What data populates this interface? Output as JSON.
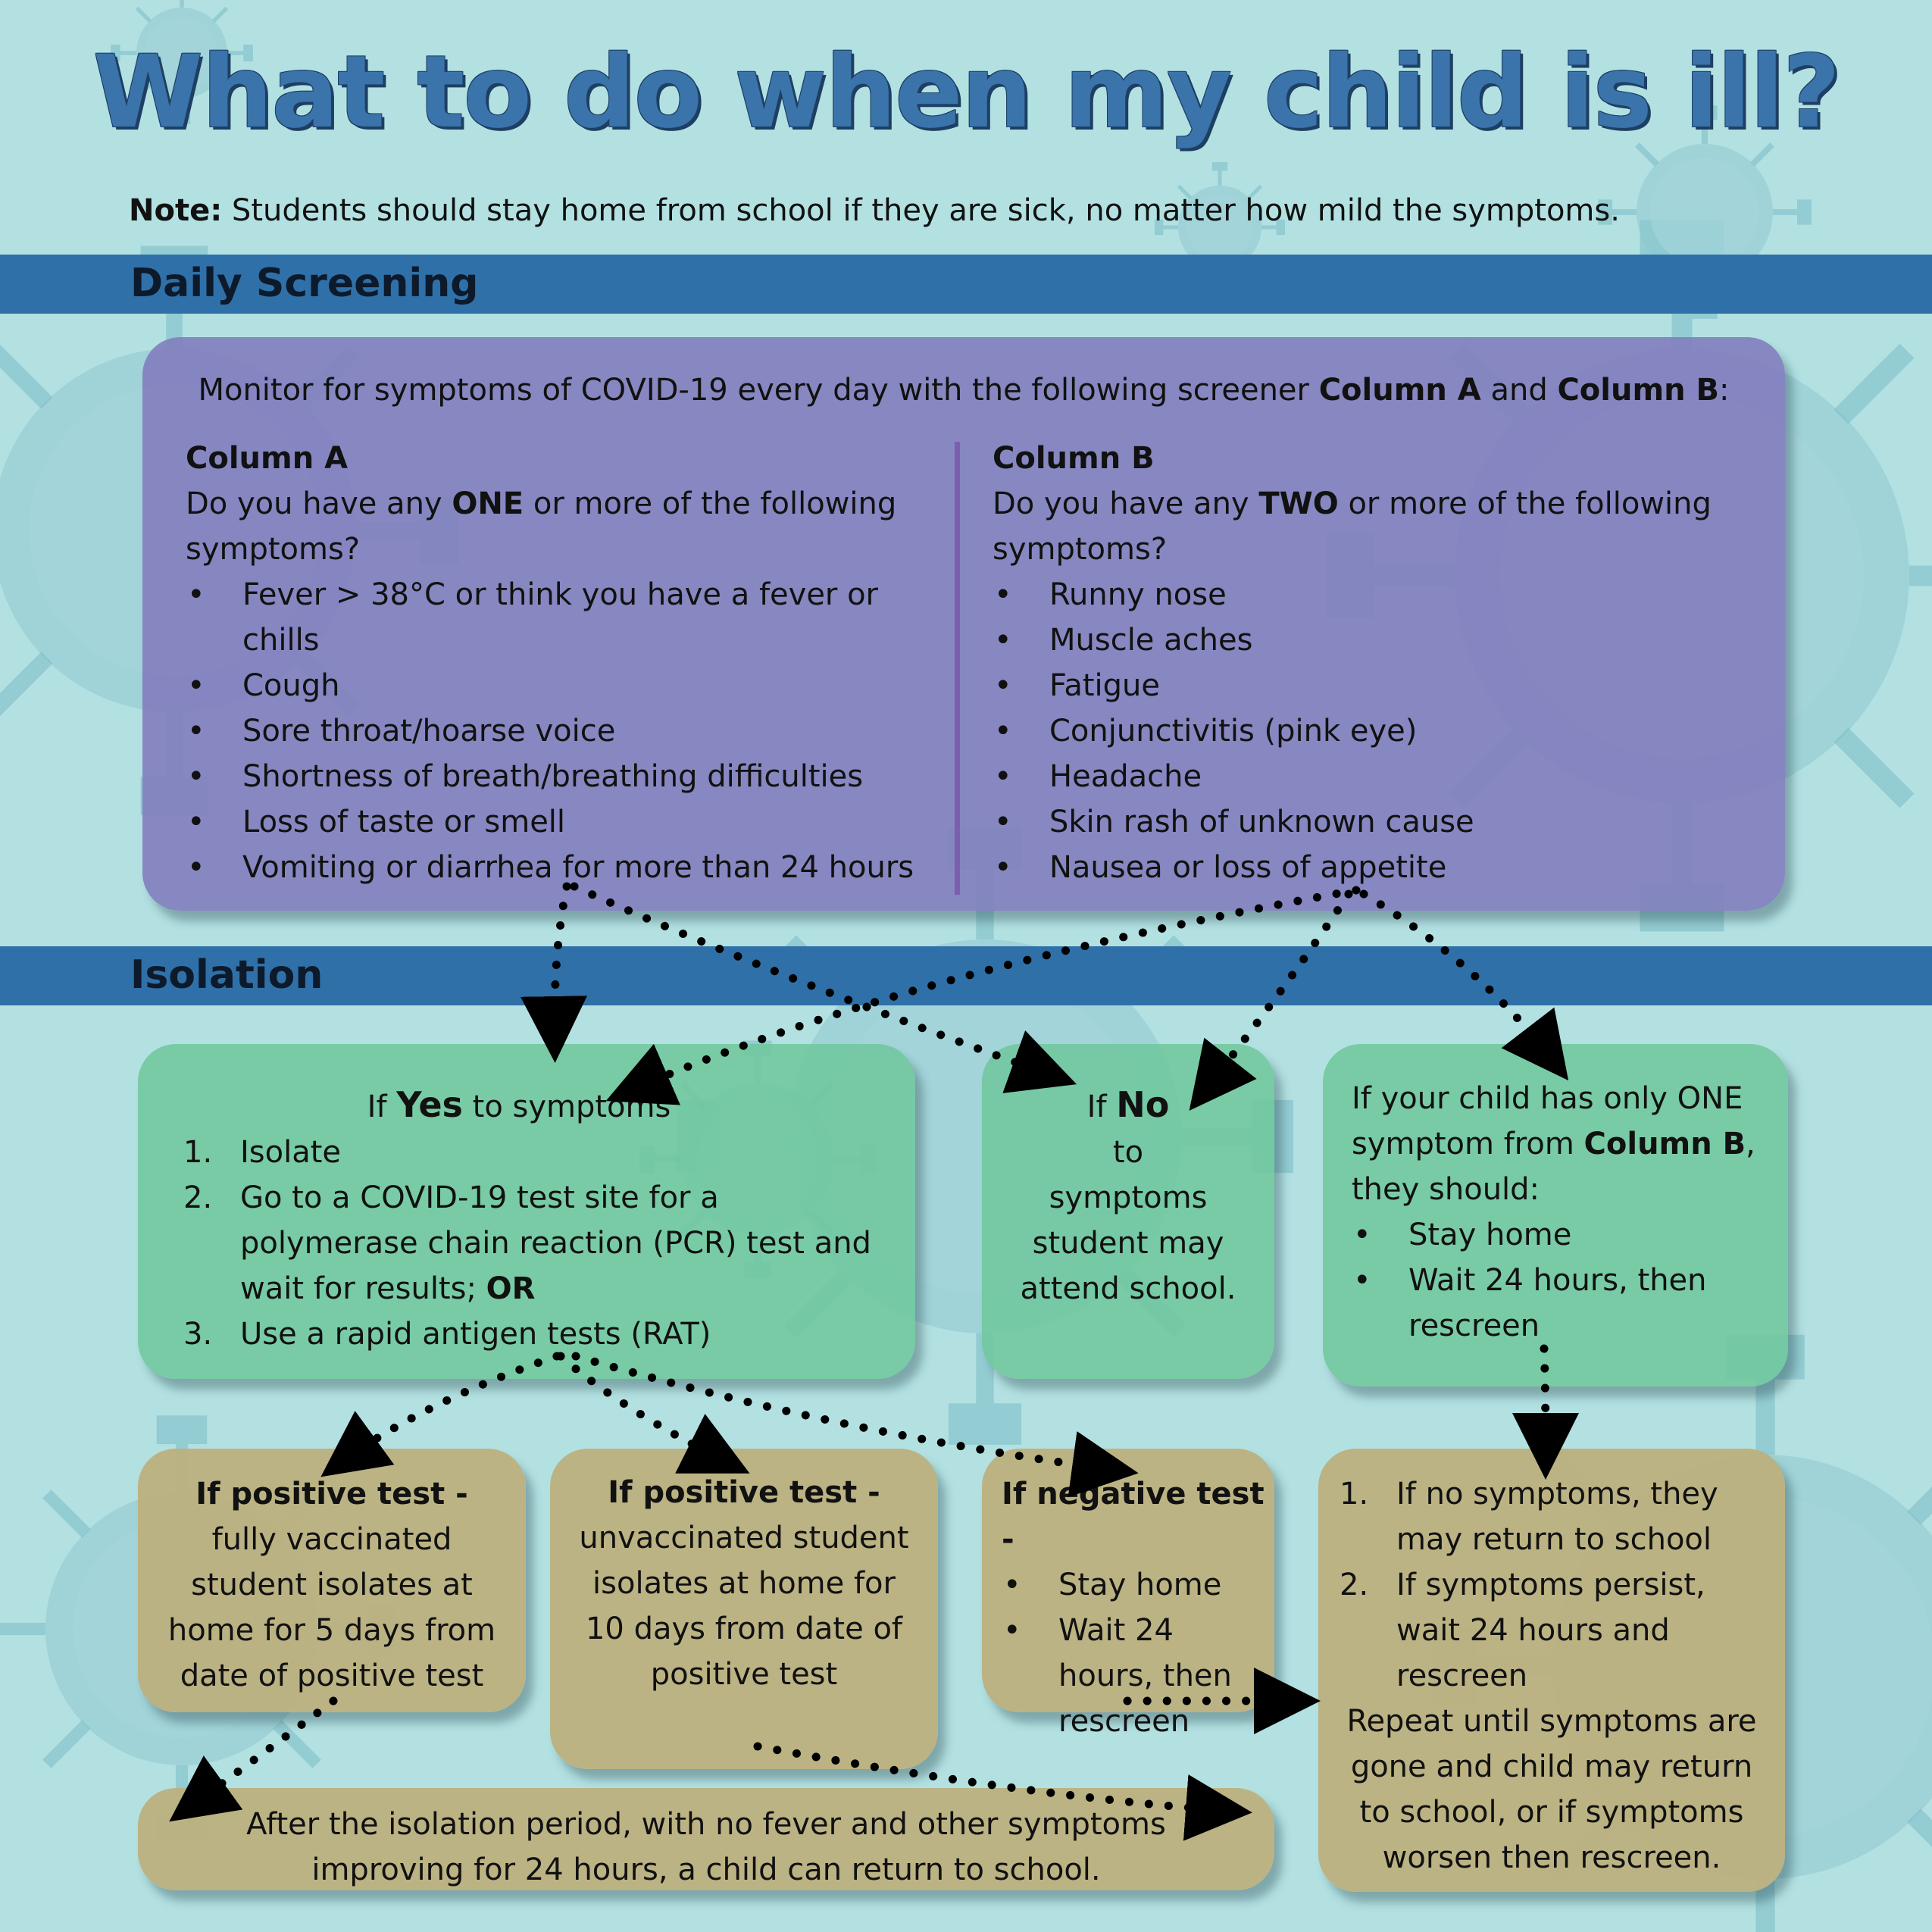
{
  "title": "What to do when my child is ill?",
  "note": {
    "label": "Note:",
    "text": "Students should stay home from school if they are sick, no matter how mild the symptoms."
  },
  "sections": {
    "daily": "Daily Screening",
    "isolation": "Isolation"
  },
  "screening": {
    "intro_a": "Monitor for symptoms of COVID-19 every day with the following screener ",
    "intro_col_a": "Column A",
    "intro_and": " and ",
    "intro_col_b": "Column B",
    "intro_end": ":",
    "column_a": {
      "heading": "Column A",
      "q_pre": "Do you have any ",
      "q_bold": "ONE",
      "q_post": " or more of the following symptoms?",
      "items": [
        "Fever > 38°C or think you have a fever or chills",
        "Cough",
        "Sore throat/hoarse voice",
        "Shortness of breath/breathing difficulties",
        "Loss of taste or smell",
        "Vomiting or diarrhea for more than 24 hours"
      ]
    },
    "column_b": {
      "heading": "Column B",
      "q_pre": "Do you have any ",
      "q_bold": "TWO",
      "q_post": " or more  of the following symptoms?",
      "items": [
        "Runny nose",
        "Muscle aches",
        "Fatigue",
        "Conjunctivitis (pink eye)",
        "Headache",
        "Skin rash of unknown cause",
        "Nausea or loss of appetite"
      ]
    }
  },
  "yes_box": {
    "pre": "If ",
    "bold": "Yes",
    "post": " to symptoms",
    "steps": [
      {
        "num": "1.",
        "text": "Isolate",
        "bold": ""
      },
      {
        "num": "2.",
        "text": "Go to a COVID-19 test site for a polymerase chain reaction (PCR) test and wait for results; ",
        "bold": "OR"
      },
      {
        "num": "3.",
        "text": "Use a rapid antigen tests (RAT)",
        "bold": ""
      }
    ]
  },
  "no_box": {
    "pre": "If ",
    "bold": "No",
    "lines": [
      "to",
      "symptoms",
      "student may",
      "attend school."
    ]
  },
  "one_b_box": {
    "pre": "If your child has only ONE symptom from ",
    "bold": "Column B",
    "post": ", they should:",
    "items": [
      "Stay home",
      "Wait 24 hours, then rescreen"
    ]
  },
  "pos_vacc_box": {
    "heading": "If positive test -",
    "text": "fully vaccinated student isolates at home for 5 days from date of positive test"
  },
  "pos_unvacc_box": {
    "heading": "If positive test -",
    "text": "unvaccinated student isolates at home for 10 days from date of positive test"
  },
  "neg_box": {
    "heading": "If negative test -",
    "items": [
      "Stay home",
      "Wait 24 hours, then rescreen"
    ]
  },
  "rescreen_box": {
    "steps": [
      {
        "num": "1.",
        "text": "If no symptoms, they may return to school"
      },
      {
        "num": "2.",
        "text": "If symptoms persist, wait 24 hours and rescreen"
      }
    ],
    "repeat": "Repeat until symptoms are gone and child may return to school, or if symptoms worsen then rescreen."
  },
  "after_box": {
    "text": "After the isolation period, with no fever and other symptoms improving for 24 hours, a child can return to school."
  },
  "colors": {
    "background": "#b3e1e2",
    "band": "#2f70a8",
    "title": "#3a74ab",
    "purple": "#8380be",
    "green": "#70c79c",
    "tan": "#bdb07e"
  },
  "icons": [
    "virus-icon"
  ]
}
